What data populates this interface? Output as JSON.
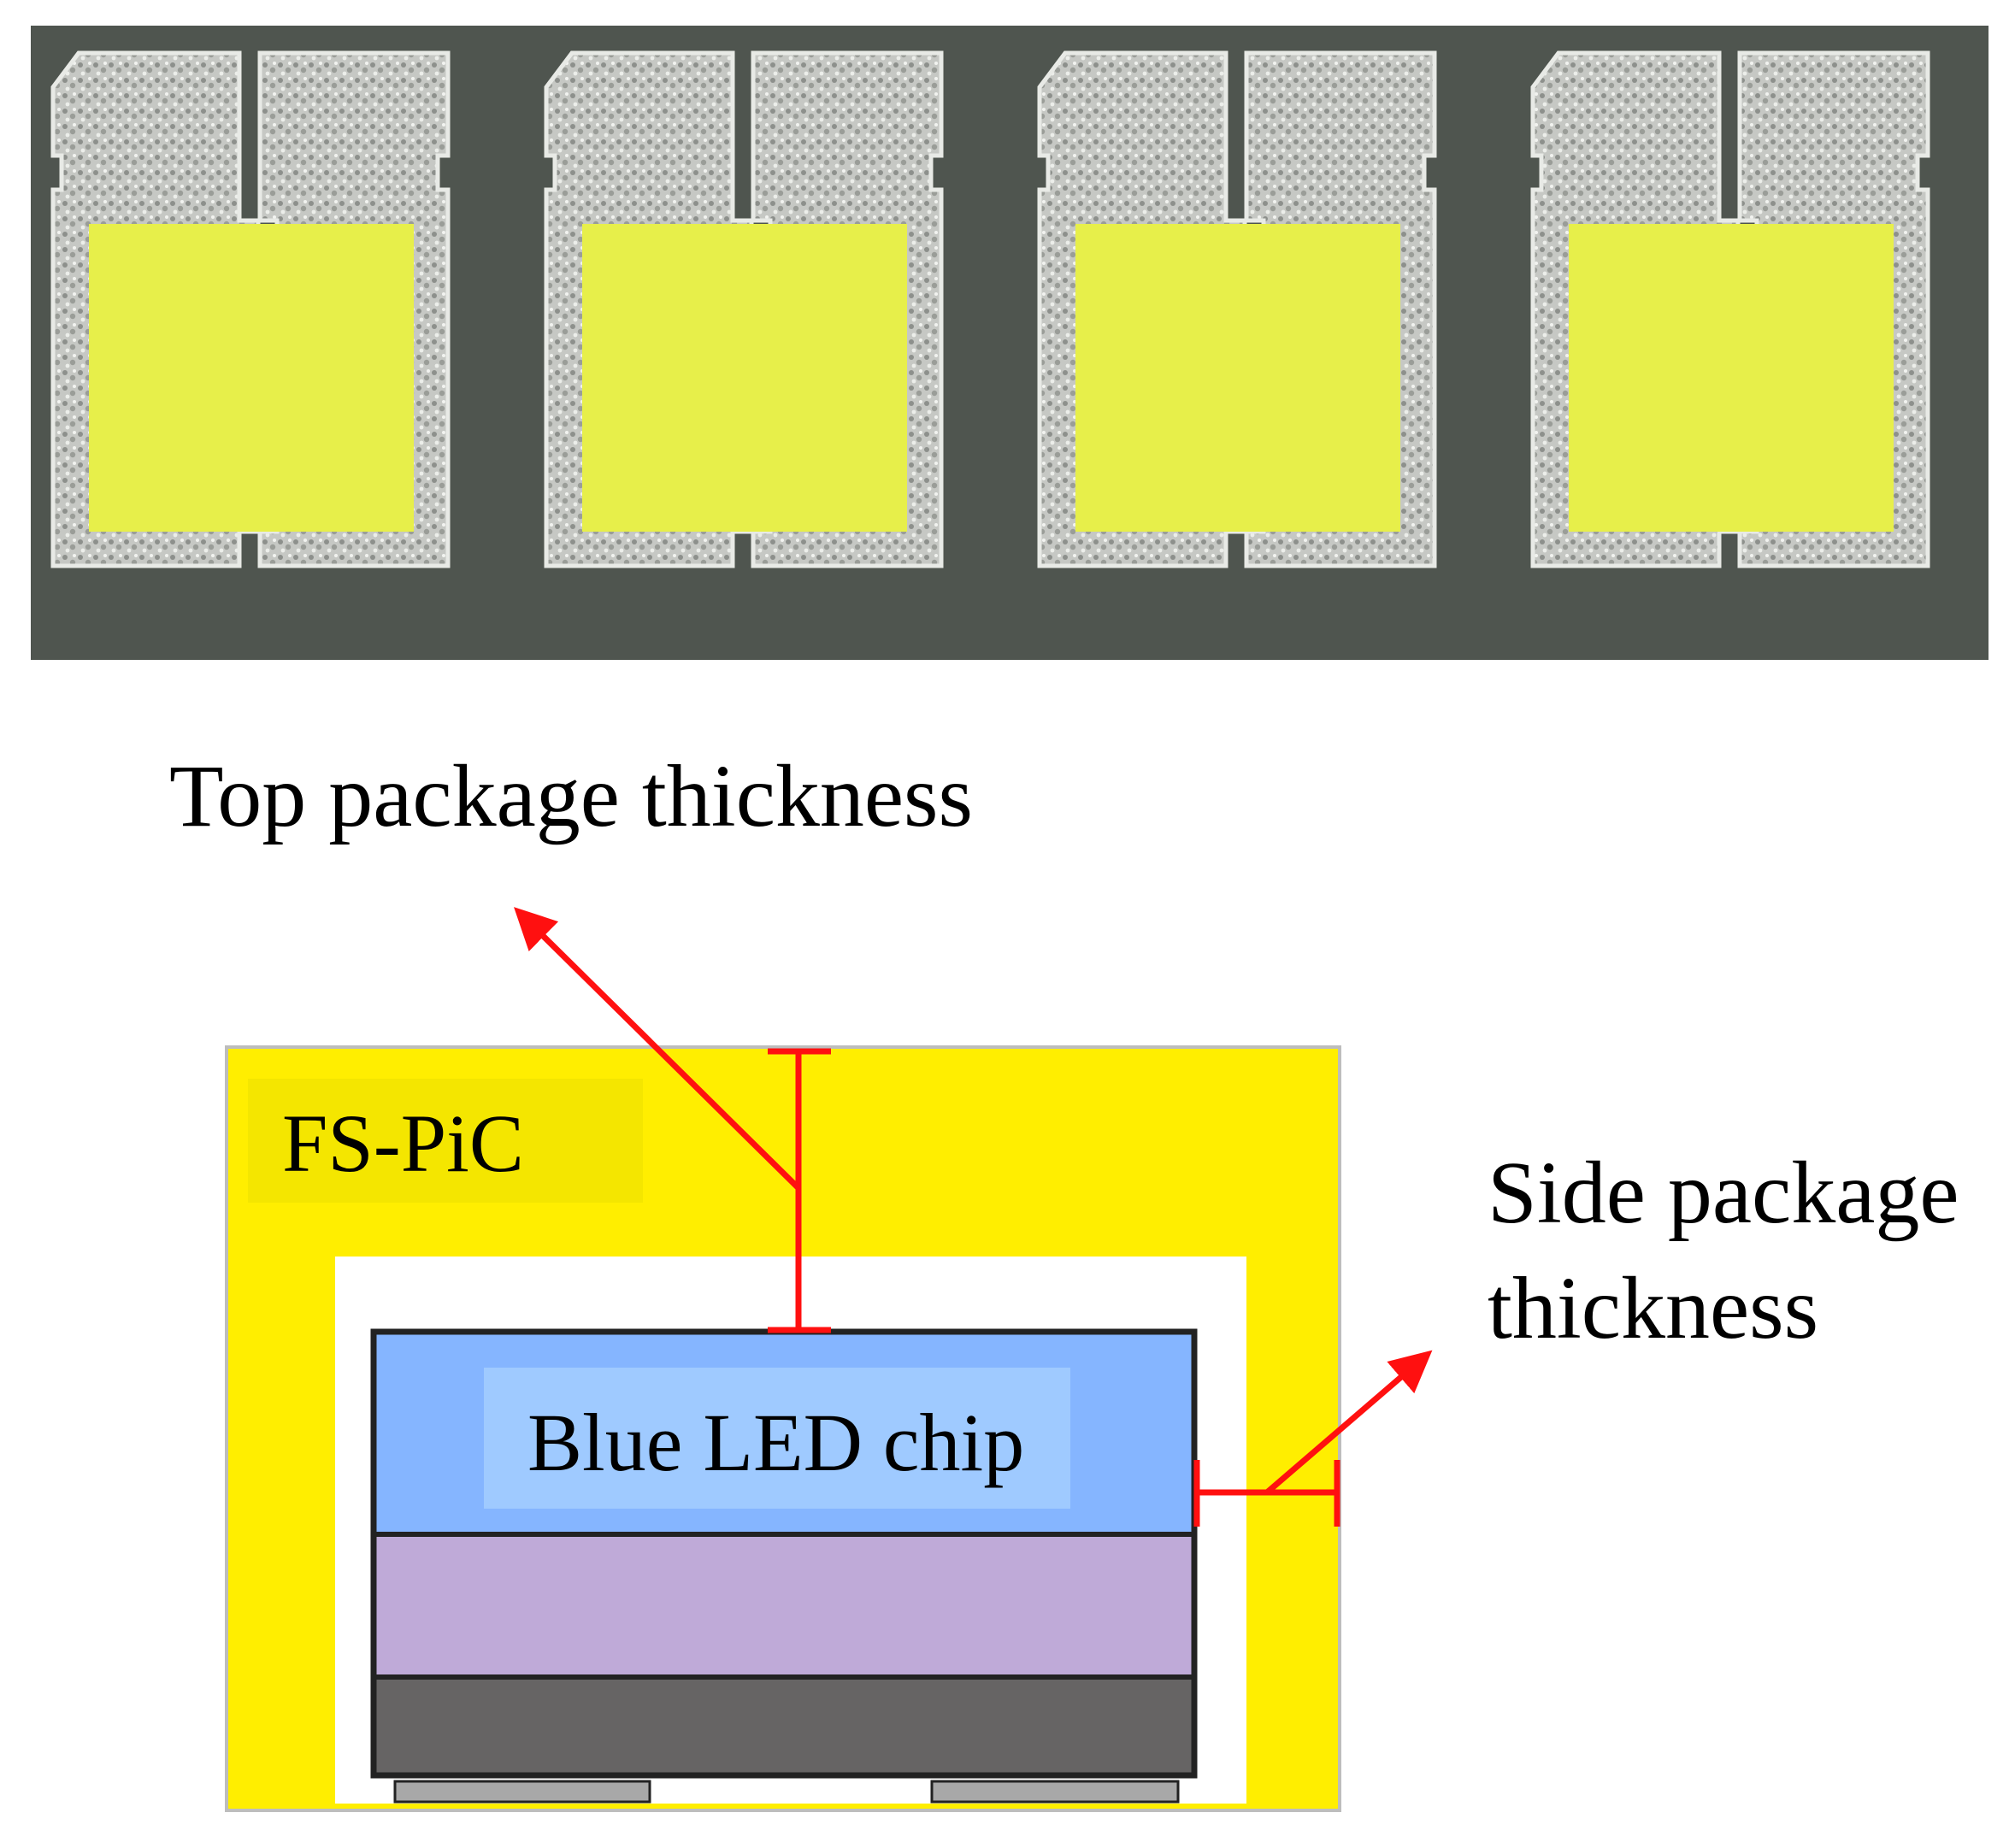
{
  "labels": {
    "top_package_thickness": "Top package thickness",
    "side_package_thickness_line1": "Side package",
    "side_package_thickness_line2": "thickness",
    "encapsulant": "FS-PiC",
    "chip": "Blue LED chip"
  },
  "photo": {
    "package_count": 4
  },
  "colors": {
    "photo_background": "#4f554f",
    "lead_frame": "#b9bcb8",
    "phosphor_top": "#e7ef4a",
    "encapsulant": "#ffee00",
    "gap": "#ffffff",
    "chip_top": "#85b5ff",
    "chip_label_box": "#9fcaff",
    "chip_middle": "#bfaad8",
    "chip_bottom": "#666464",
    "pads": "#a8a8a8",
    "arrow": "#ff1010",
    "outline": "#222222"
  },
  "icons": {
    "top_arrow": "arrow-up-left-icon",
    "side_arrow": "arrow-up-right-icon"
  }
}
